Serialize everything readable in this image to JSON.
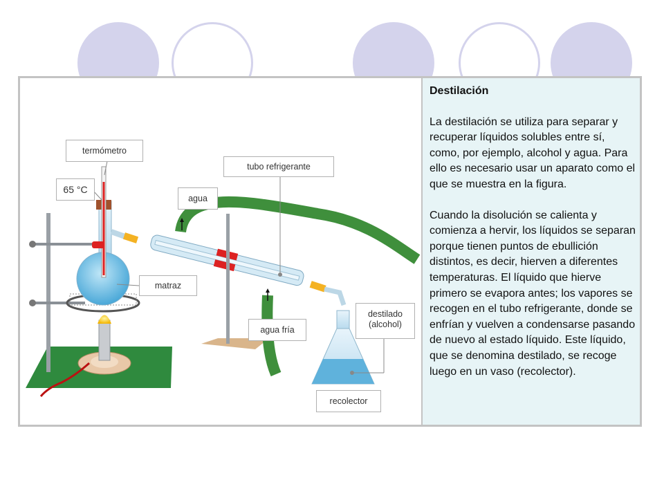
{
  "slide": {
    "title": "Destilación",
    "paragraph1": "La destilación se utiliza para separar y recuperar líquidos solubles entre sí, como, por ejemplo, alcohol y agua. Para ello es necesario usar un aparato como el que se muestra en la figura.",
    "paragraph2": "Cuando la disolución se calienta y comienza a hervir, los líquidos se separan porque tienen puntos de ebullición distintos, es decir, hierven a diferentes temperaturas. El líquido que hierve primero se evapora antes; los vapores se recogen en el tubo refrigerante, donde se enfrían y vuelven a condensarse pasando de nuevo al estado líquido. Este líquido, que se denomina destilado, se recoge luego en un vaso (recolector)."
  },
  "figure": {
    "labels": {
      "termometro": "termómetro",
      "temperatura": "65 °C",
      "tubo_refrigerante": "tubo refrigerante",
      "agua": "agua",
      "matraz": "matraz",
      "agua_fria": "agua fría",
      "destilado_1": "destilado",
      "destilado_2": "(alcohol)",
      "recolector": "recolector"
    }
  },
  "colors": {
    "decor_circle": "#d4d3ec",
    "text_panel_bg": "#e7f4f6",
    "hose_green": "#3f8f3c",
    "base_green": "#2f8a3e"
  }
}
